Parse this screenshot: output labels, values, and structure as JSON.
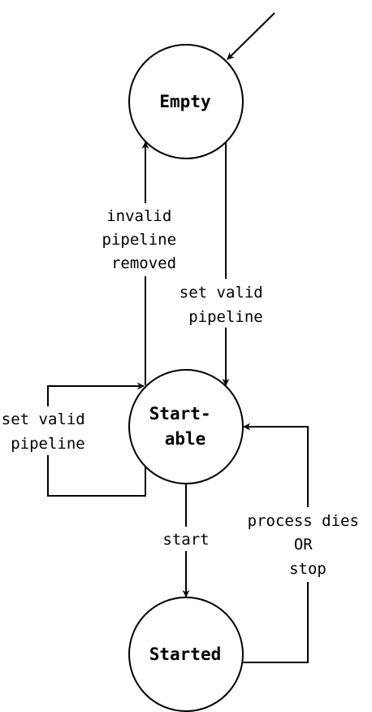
{
  "states": {
    "empty": {
      "label": "Empty"
    },
    "startable": {
      "line1": "Start-",
      "line2": "able"
    },
    "started": {
      "label": "Started"
    }
  },
  "transitions": {
    "invalid_pipeline_removed": {
      "line1": "invalid",
      "line2": "pipeline",
      "line3": "removed"
    },
    "set_valid_pipeline": {
      "line1": "set valid",
      "line2": "pipeline"
    },
    "self_set_valid_pipeline": {
      "line1": "set valid",
      "line2": "pipeline"
    },
    "start": {
      "label": "start"
    },
    "process_dies_or_stop": {
      "line1": "process dies",
      "line2": "OR",
      "line3": "stop"
    }
  },
  "colors": {
    "stroke": "#000000",
    "background": "#ffffff"
  }
}
